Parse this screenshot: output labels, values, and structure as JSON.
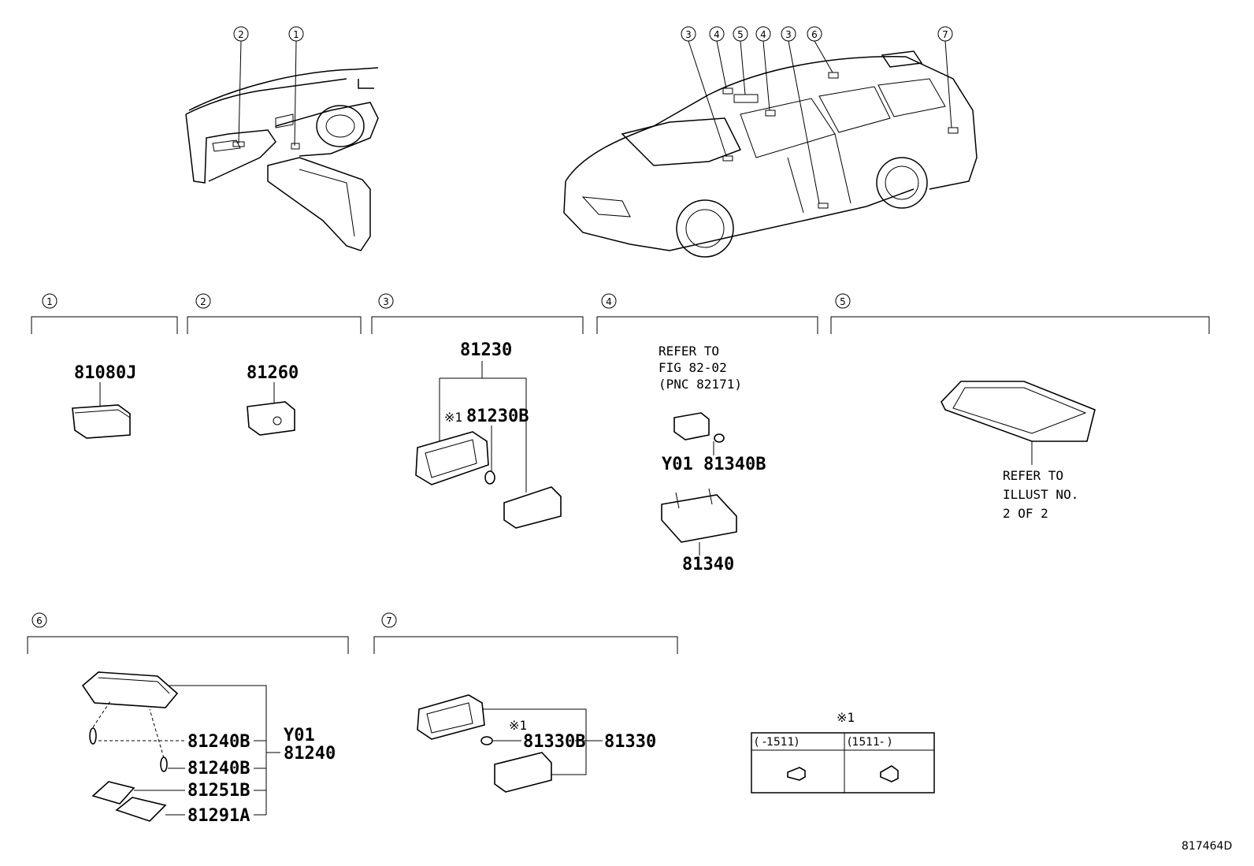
{
  "diagram_id": "817464D",
  "locator_callouts": {
    "dash": [
      "2",
      "1"
    ],
    "car": [
      "3",
      "4",
      "5",
      "4",
      "3",
      "6",
      "7"
    ]
  },
  "sections": [
    {
      "num": "1",
      "parts": [
        "81080J"
      ]
    },
    {
      "num": "2",
      "parts": [
        "81260"
      ]
    },
    {
      "num": "3",
      "parts": [
        "81230",
        "※1",
        "81230B"
      ]
    },
    {
      "num": "4",
      "refer": [
        "REFER TO",
        "FIG 82-02",
        "(PNC 82171)"
      ],
      "parts": [
        "Y01 81340B",
        "81340"
      ]
    },
    {
      "num": "5",
      "refer": [
        "REFER TO",
        "ILLUST NO.",
        "2 OF 2"
      ]
    },
    {
      "num": "6",
      "parts": [
        "81240B",
        "81240B",
        "81251B",
        "81291A",
        "Y01",
        "81240"
      ]
    },
    {
      "num": "7",
      "parts": [
        "※1",
        "81330B",
        "81330"
      ]
    }
  ],
  "legend": {
    "title": "※1",
    "col1": "(      -1511)",
    "col2": "(1511-      )"
  }
}
